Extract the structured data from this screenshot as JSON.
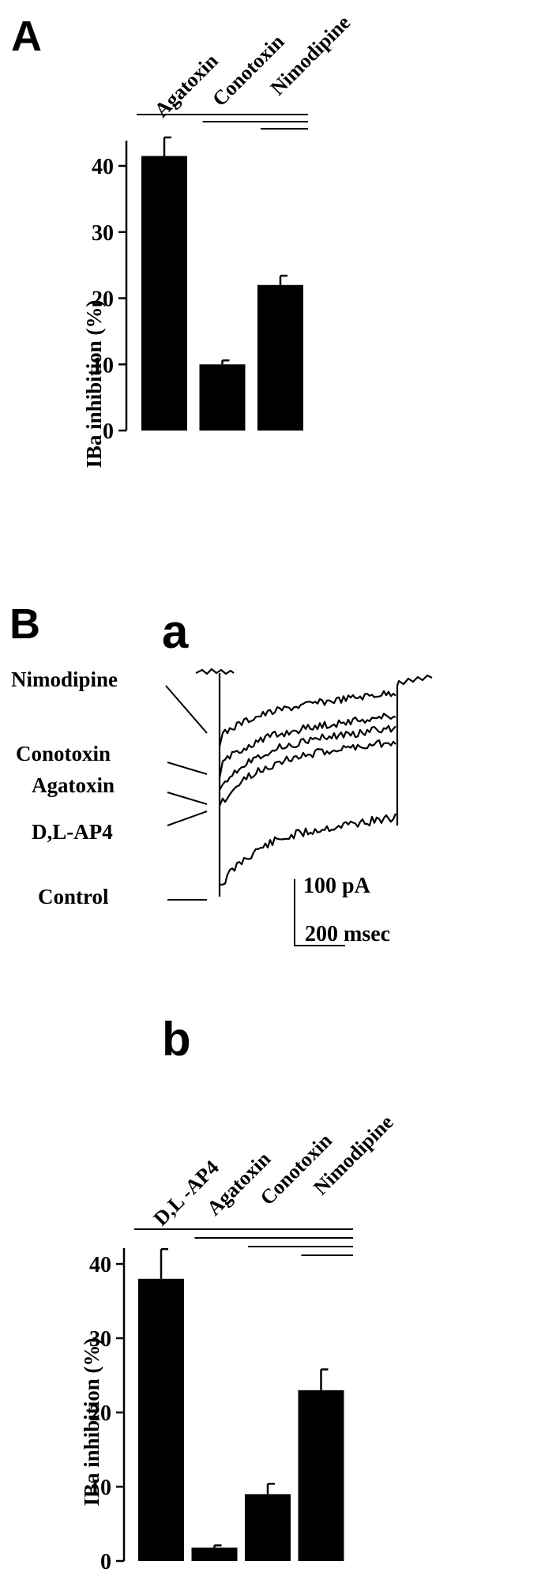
{
  "panel_a": {
    "letter": "A",
    "chart_data": {
      "type": "bar",
      "categories": [
        "Agatoxin",
        "Conotoxin",
        "Nimodipine"
      ],
      "values": [
        41.5,
        10.0,
        22.0
      ],
      "errors": [
        2.8,
        0.6,
        1.4
      ],
      "ylabel": "IBa inhibition (%)",
      "ylim": [
        0,
        40
      ],
      "yticks": [
        0,
        10,
        20,
        30,
        40
      ],
      "grid": false
    }
  },
  "panel_b": {
    "letter": "B",
    "sub_a": {
      "letter": "a",
      "trace_labels": [
        "Nimodipine",
        "Conotoxin",
        "Agatoxin",
        "D,L-AP4",
        "Control"
      ],
      "scale_bar": {
        "current_label": "100 pA",
        "time_label": "200 msec"
      }
    },
    "sub_b": {
      "letter": "b",
      "chart_data": {
        "type": "bar",
        "categories": [
          "D,L -AP4",
          "Agatoxin",
          "Conotoxin",
          "Nimodipine"
        ],
        "values": [
          38.0,
          1.8,
          9.0,
          23.0
        ],
        "errors": [
          4.0,
          0.3,
          1.4,
          2.8
        ],
        "ylabel": "IBa inhibition (%)",
        "ylim": [
          0,
          40
        ],
        "yticks": [
          0,
          10,
          20,
          30,
          40
        ],
        "grid": false
      }
    }
  }
}
